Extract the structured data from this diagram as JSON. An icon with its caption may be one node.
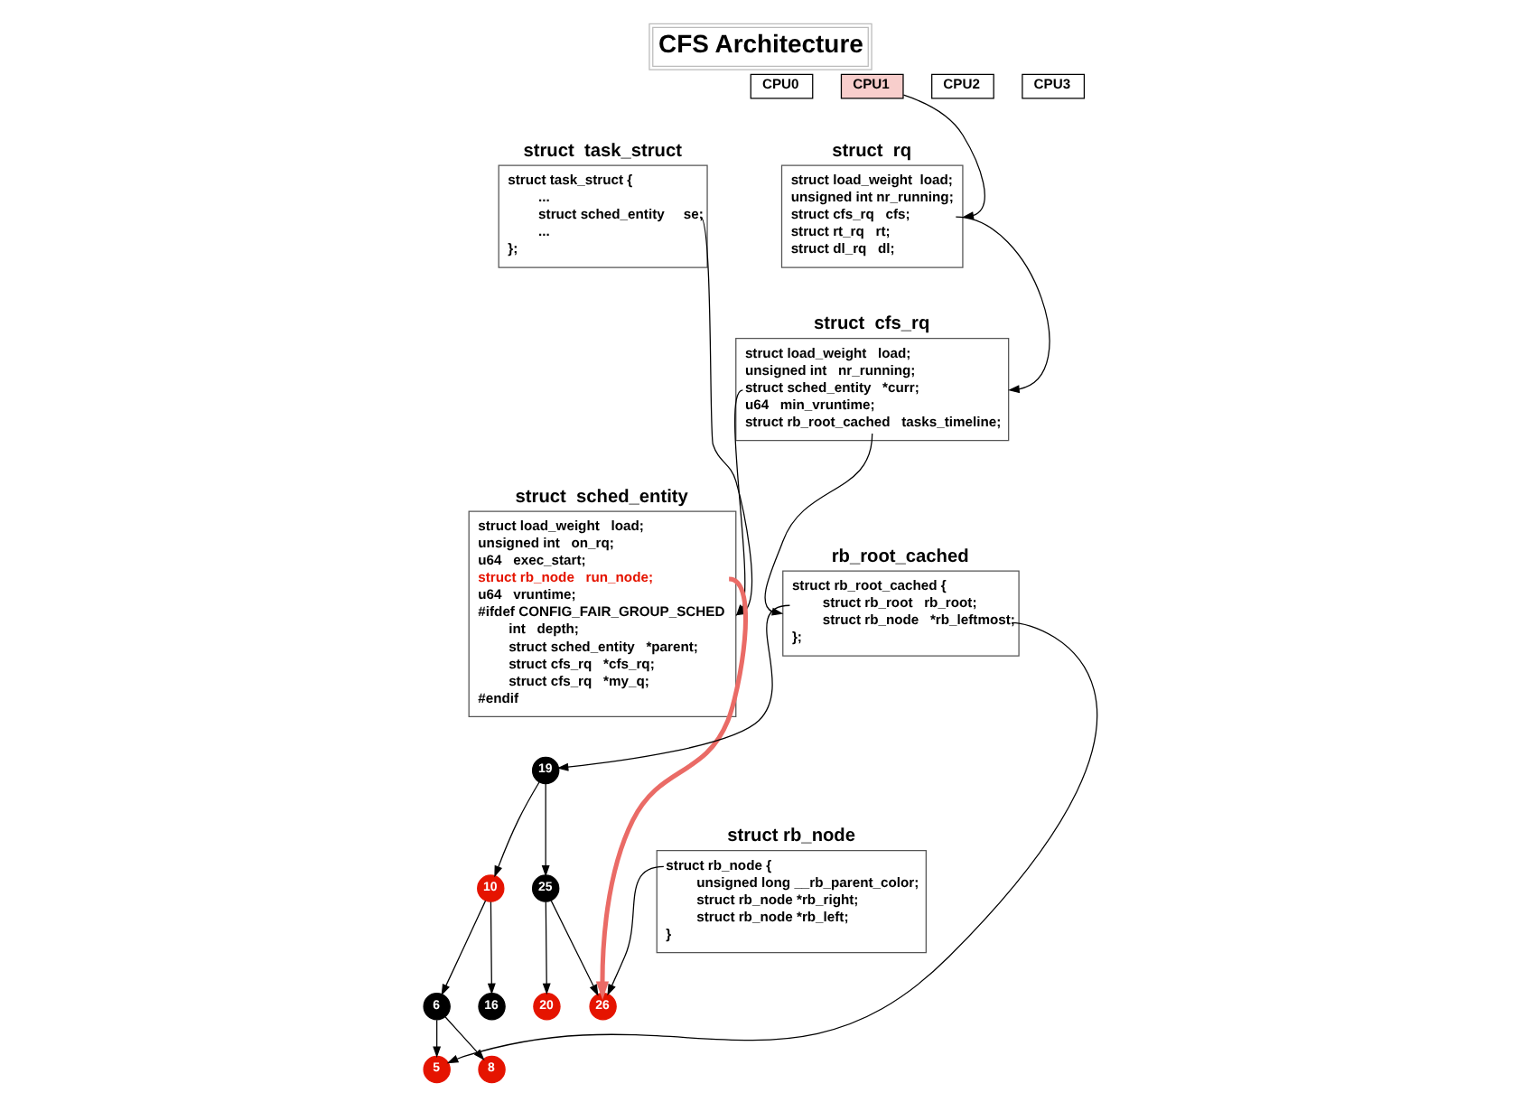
{
  "diagram": {
    "title": "CFS Architecture",
    "nodes": [
      {
        "text": [
          "CPU0"
        ]
      },
      {
        "text": [
          "CPU1"
        ]
      },
      {
        "text": [
          "CPU2"
        ]
      },
      {
        "text": [
          "CPU3"
        ]
      },
      {
        "text": [
          "struct  task_struct",
          "struct task_struct {",
          "...",
          "struct sched_entity     se;",
          "...",
          "};"
        ]
      },
      {
        "text": [
          "struct  rq",
          "struct load_weight  load;",
          "unsigned int nr_running;",
          "struct cfs_rq   cfs;",
          "struct rt_rq   rt;",
          "struct dl_rq   dl;"
        ]
      },
      {
        "text": [
          "struct  cfs_rq",
          "struct load_weight   load;",
          "unsigned int   nr_running;",
          "struct sched_entity   *curr;",
          "u64   min_vruntime;",
          "struct rb_root_cached   tasks_timeline;"
        ]
      },
      {
        "text": [
          "struct  sched_entity",
          "struct load_weight   load;",
          "unsigned int   on_rq;",
          "u64   exec_start;",
          "struct rb_node   run_node;",
          "u64   vruntime;",
          "#ifdef CONFIG_FAIR_GROUP_SCHED",
          "int   depth;",
          "struct sched_entity   *parent;",
          "struct cfs_rq   *cfs_rq;",
          "struct cfs_rq   *my_q;",
          "#endif"
        ]
      },
      {
        "text": [
          "rb_root_cached",
          "struct rb_root_cached {",
          "struct rb_root   rb_root;",
          "struct rb_node   *rb_leftmost;",
          "};"
        ]
      },
      {
        "text": [
          "19"
        ]
      },
      {
        "text": [
          "10"
        ]
      },
      {
        "text": [
          "25"
        ]
      },
      {
        "text": [
          "6"
        ]
      },
      {
        "text": [
          "16"
        ]
      },
      {
        "text": [
          "20"
        ]
      },
      {
        "text": [
          "26"
        ]
      },
      {
        "text": [
          "5"
        ]
      },
      {
        "text": [
          "8"
        ]
      },
      {
        "text": [
          "struct rb_node",
          "struct rb_node {",
          "unsigned long __rb_parent_color;",
          "struct rb_node *rb_right;",
          "struct rb_node *rb_left;",
          "}"
        ]
      }
    ],
    "edges": [
      {
        "from": 1,
        "to": 5,
        "arrow": "to"
      },
      {
        "from": 5,
        "to": 6,
        "arrow": "to"
      },
      {
        "from": 6,
        "to": 7,
        "arrow": "to"
      },
      {
        "from": 4,
        "to": 7,
        "arrow": "to"
      },
      {
        "from": 6,
        "to": 8,
        "arrow": "to"
      },
      {
        "from": 8,
        "to": 9,
        "arrow": "to"
      },
      {
        "from": 8,
        "to": 16,
        "arrow": "to"
      },
      {
        "from": 7,
        "to": 15,
        "arrow": "to",
        "style": "thick",
        "color": "#ea6b66"
      },
      {
        "from": 18,
        "to": 15,
        "arrow": "to"
      },
      {
        "from": 9,
        "to": 10,
        "arrow": "to"
      },
      {
        "from": 9,
        "to": 11,
        "arrow": "to"
      },
      {
        "from": 10,
        "to": 12,
        "arrow": "to"
      },
      {
        "from": 10,
        "to": 13,
        "arrow": "to"
      },
      {
        "from": 11,
        "to": 14,
        "arrow": "to"
      },
      {
        "from": 11,
        "to": 15,
        "arrow": "to"
      },
      {
        "from": 12,
        "to": 16,
        "arrow": "to"
      },
      {
        "from": 12,
        "to": 17,
        "arrow": "to"
      }
    ]
  }
}
